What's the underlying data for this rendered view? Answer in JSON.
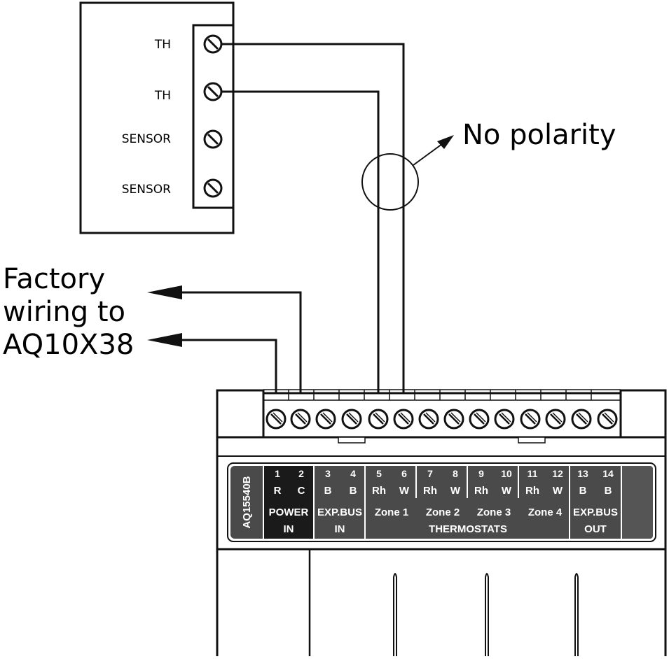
{
  "thermostat": {
    "terminals": [
      {
        "label": "TH"
      },
      {
        "label": "TH"
      },
      {
        "label": "SENSOR"
      },
      {
        "label": "SENSOR"
      }
    ]
  },
  "annotations": {
    "no_polarity": "No polarity",
    "factory_line1": "Factory",
    "factory_line2": "wiring to",
    "factory_line3": "AQ10X38"
  },
  "module": {
    "model": "AQ15540B",
    "groups": [
      {
        "numbers": [
          "1",
          "2"
        ],
        "letters": [
          "R",
          "C"
        ],
        "name_line1": "POWER",
        "name_line2": "IN",
        "dark": true
      },
      {
        "numbers": [
          "3",
          "4"
        ],
        "letters": [
          "B",
          "B"
        ],
        "name_line1": "EXP.BUS",
        "name_line2": "IN",
        "dark": false
      },
      {
        "numbers": [
          "5",
          "6"
        ],
        "letters": [
          "Rh",
          "W"
        ],
        "zone": "Zone 1"
      },
      {
        "numbers": [
          "7",
          "8"
        ],
        "letters": [
          "Rh",
          "W"
        ],
        "zone": "Zone 2"
      },
      {
        "numbers": [
          "9",
          "10"
        ],
        "letters": [
          "Rh",
          "W"
        ],
        "zone": "Zone 3"
      },
      {
        "numbers": [
          "11",
          "12"
        ],
        "letters": [
          "Rh",
          "W"
        ],
        "zone": "Zone 4"
      },
      {
        "numbers": [
          "13",
          "14"
        ],
        "letters": [
          "B",
          "B"
        ],
        "name_line1": "EXP.BUS",
        "name_line2": "OUT",
        "dark": false
      }
    ],
    "thermostats_label": "THERMOSTATS"
  },
  "colors": {
    "line": "#111111",
    "panel_dark": "#1a1a1a",
    "panel_mid": "#4a4a4a",
    "panel_text": "#ffffff"
  }
}
